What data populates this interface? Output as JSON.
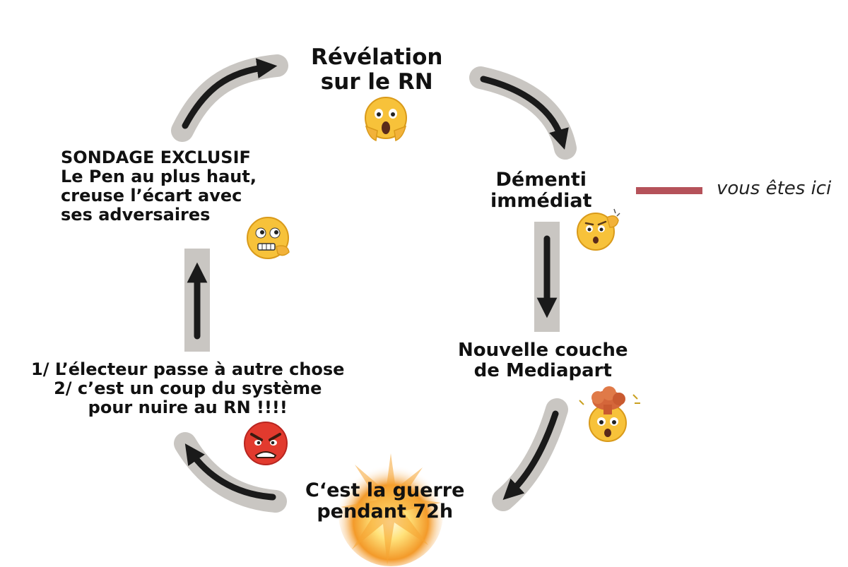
{
  "nodes": {
    "revelation": {
      "lines": [
        "Révélation",
        "sur le RN"
      ],
      "emoji": "face-screaming-in-fear"
    },
    "dementi": {
      "lines": [
        "Démenti",
        "immédiat"
      ],
      "emoji": "confused-face-scratching-head"
    },
    "mediapart": {
      "lines": [
        "Nouvelle couche",
        "de Mediapart"
      ],
      "emoji": "exploding-head"
    },
    "guerre": {
      "lines": [
        "C‘est la guerre",
        "pendant 72h"
      ],
      "emoji": "explosion-burst"
    },
    "electeur": {
      "lines": [
        "1/ L’électeur passe à autre chose",
        "2/ c’est un coup du système",
        "pour nuire au RN !!!!"
      ],
      "emoji": "angry-face"
    },
    "sondage": {
      "lines": [
        "SONDAGE EXCLUSIF",
        "Le Pen au plus haut,",
        "creuse l’écart avec",
        "ses adversaires"
      ],
      "emoji": "grimacing-face"
    }
  },
  "marker": {
    "text": "vous êtes ici",
    "color": "#b5525a"
  },
  "colors": {
    "text": "#111111",
    "arrow": "#1a1a1a",
    "paper": "#c9c6c2"
  }
}
